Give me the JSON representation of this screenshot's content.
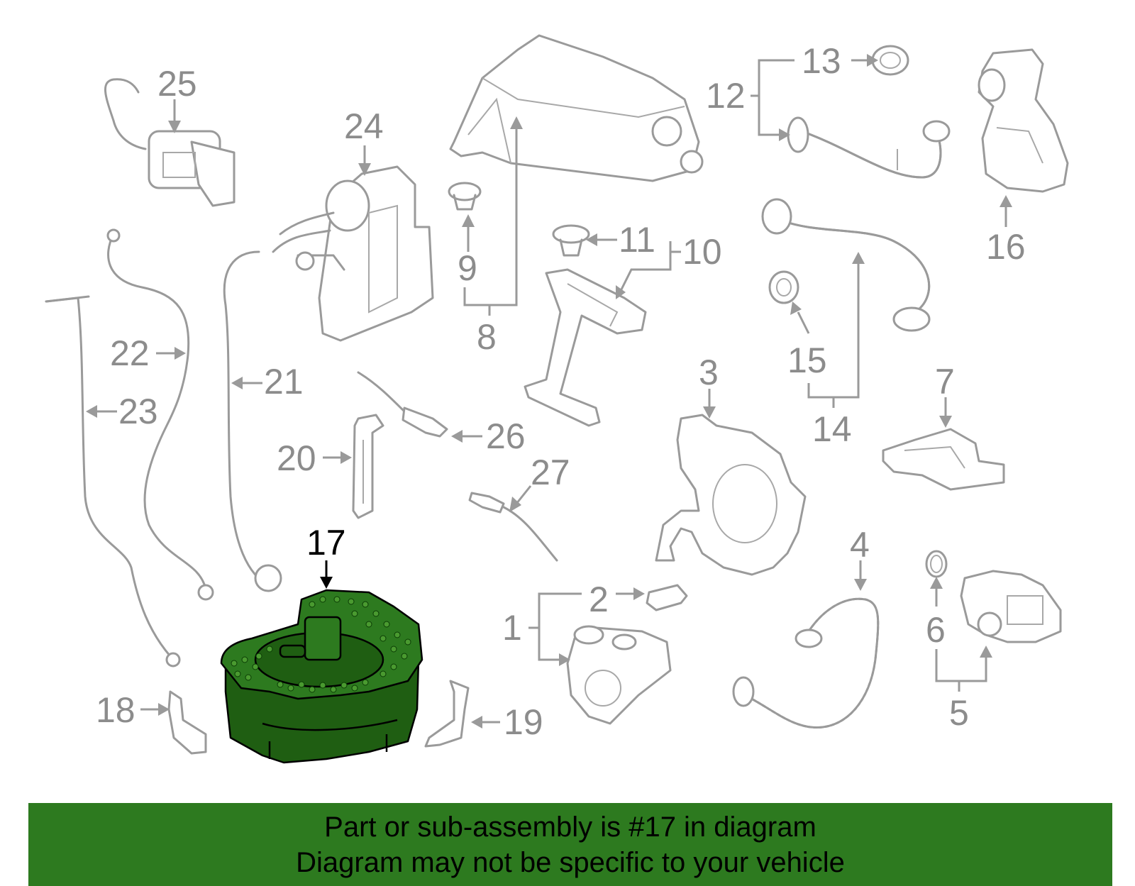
{
  "colors": {
    "highlight": "#2d7a1f",
    "highlight_dark": "#1f5e12",
    "line_gray": "#9a9a9a",
    "banner_bg": "#2d7a1f",
    "text": "#000000"
  },
  "callouts": {
    "c1": "1",
    "c2": "2",
    "c3": "3",
    "c4": "4",
    "c5": "5",
    "c6": "6",
    "c7": "7",
    "c8": "8",
    "c9": "9",
    "c10": "10",
    "c11": "11",
    "c12": "12",
    "c13": "13",
    "c14": "14",
    "c15": "15",
    "c16": "16",
    "c17": "17",
    "c18": "18",
    "c19": "19",
    "c20": "20",
    "c21": "21",
    "c22": "22",
    "c23": "23",
    "c24": "24",
    "c25": "25",
    "c26": "26",
    "c27": "27"
  },
  "highlighted_part": "17",
  "banner": {
    "line1": "Part or sub-assembly is #17 in diagram",
    "line2": "Diagram may not be specific to your vehicle"
  }
}
